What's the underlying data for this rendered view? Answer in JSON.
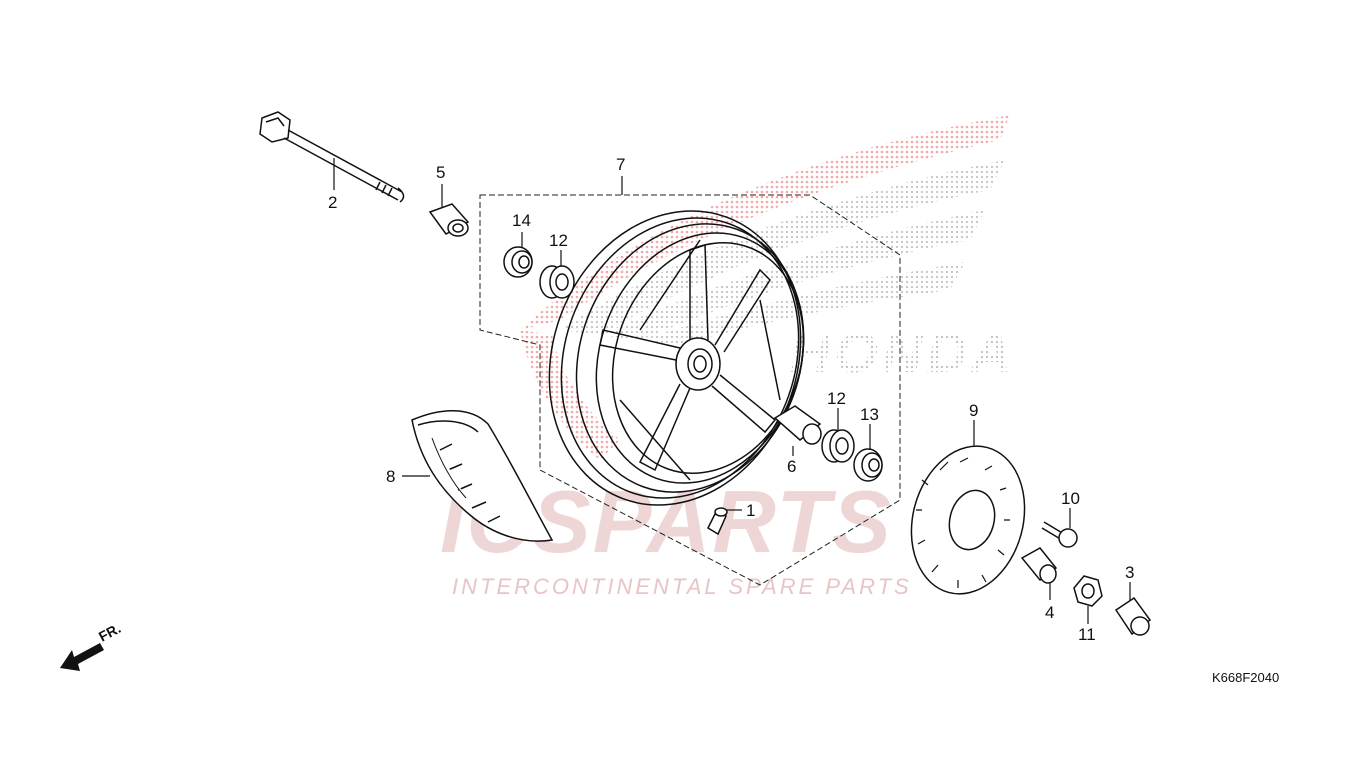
{
  "diagram": {
    "drawing_code": "K668F2040",
    "direction_label": "FR.",
    "colors": {
      "line": "#111111",
      "watermark_red": "#e8b4b4",
      "watermark_grey": "#c8c8c8"
    }
  },
  "watermark": {
    "brand_main": "ICSPARTS",
    "brand_tagline": "INTERCONTINENTAL SPARE PARTS",
    "honda": "HONDA"
  },
  "callouts": [
    {
      "id": "1",
      "part": "valve"
    },
    {
      "id": "2",
      "part": "axle-bolt"
    },
    {
      "id": "3",
      "part": "axle-cap"
    },
    {
      "id": "4",
      "part": "collar"
    },
    {
      "id": "5",
      "part": "side-collar"
    },
    {
      "id": "6",
      "part": "distance-collar"
    },
    {
      "id": "7",
      "part": "front-wheel"
    },
    {
      "id": "8",
      "part": "tire"
    },
    {
      "id": "9",
      "part": "brake-disc"
    },
    {
      "id": "10",
      "part": "disc-bolt"
    },
    {
      "id": "11",
      "part": "axle-nut"
    },
    {
      "id": "12",
      "part": "bearing"
    },
    {
      "id": "12",
      "part": "bearing"
    },
    {
      "id": "13",
      "part": "bearing"
    },
    {
      "id": "14",
      "part": "dust-seal"
    }
  ]
}
